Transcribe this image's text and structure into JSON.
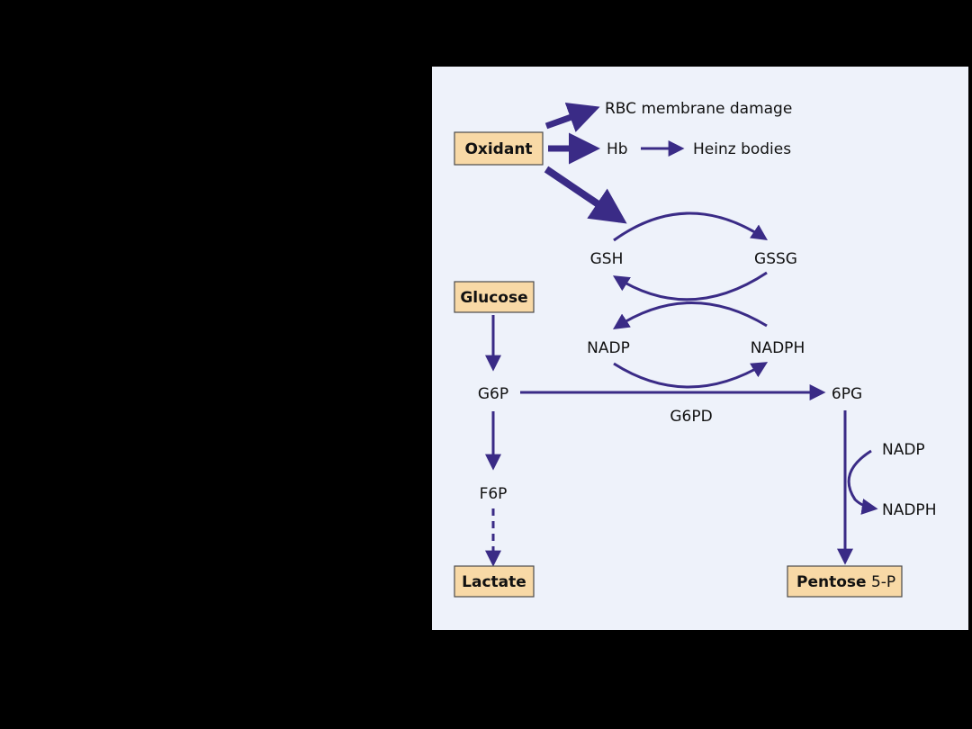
{
  "diagram": {
    "boxes": {
      "oxidant": "Oxidant",
      "glucose": "Glucose",
      "lactate": "Lactate",
      "pentose_bold": "Pentose",
      "pentose_rest": " 5-P"
    },
    "labels": {
      "rbc_damage": "RBC membrane damage",
      "hb": "Hb",
      "heinz": "Heinz bodies",
      "gsh": "GSH",
      "gssg": "GSSG",
      "nadp": "NADP",
      "nadph": "NADPH",
      "g6p": "G6P",
      "g6pd": "G6PD",
      "sixpg": "6PG",
      "f6p": "F6P",
      "nadp_side": "NADP",
      "nadph_side": "NADPH"
    },
    "colors": {
      "arrow": "#3a2b86",
      "box_fill": "#f8d9a6",
      "panel_bg": "#eef2fa",
      "page_bg": "#000000"
    }
  }
}
